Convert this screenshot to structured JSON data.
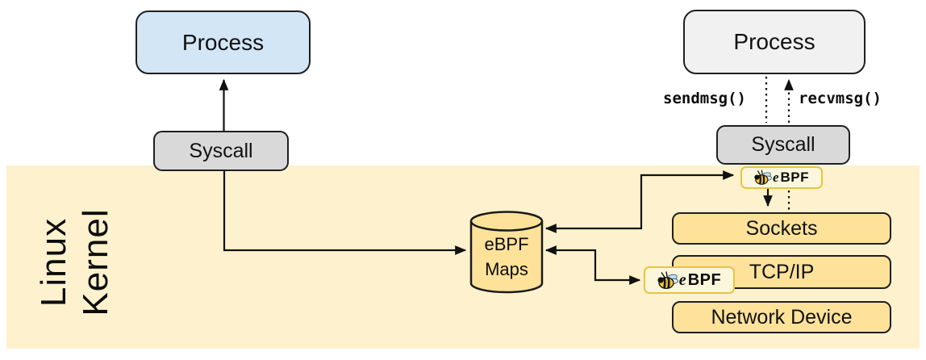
{
  "diagram": {
    "title_context": "eBPF in the Linux Kernel",
    "kernel": {
      "line1": "Linux",
      "line2": "Kernel"
    },
    "userspace": {
      "process_left": "Process",
      "process_right": "Process",
      "sendmsg_label": "sendmsg()",
      "recvmsg_label": "recvmsg()"
    },
    "syscall_left": "Syscall",
    "syscall_right": "Syscall",
    "maps": {
      "line1": "eBPF",
      "line2": "Maps"
    },
    "stack": {
      "sockets": "Sockets",
      "tcpip": "TCP/IP",
      "network_device": "Network Device"
    },
    "ebpf_badge": {
      "italic_e": "e",
      "bold_text": "BPF"
    },
    "colors": {
      "kernel_background": "#fdf2cd",
      "gold_box": "#fee29a",
      "process_blue": "#d3e6f5",
      "process_gray": "#f1f1f1",
      "syscall_gray": "#d9d9d9",
      "badge_background": "#fcf6dc",
      "badge_border": "#e6c53e",
      "bee_yellow": "#f1c232",
      "bee_wing_blue": "#bfe3f2",
      "line_color": "#111111"
    }
  }
}
